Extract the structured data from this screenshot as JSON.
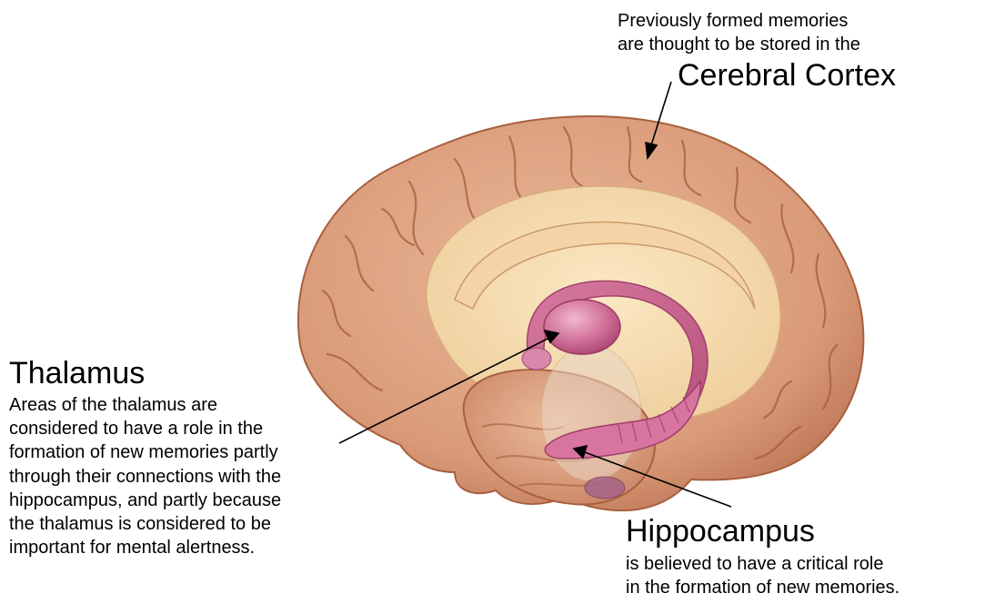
{
  "cortex": {
    "lines": [
      "Previously formed memories",
      "are thought to be stored in the"
    ],
    "title": "Cerebral Cortex"
  },
  "thalamus": {
    "title": "Thalamus",
    "lines": [
      "Areas of the thalamus are",
      "considered to have a role in the",
      "formation of new memories partly",
      "through their connections with the",
      "hippocampus, and partly because",
      "the thalamus is considered to be",
      "important for mental alertness."
    ]
  },
  "hippocampus": {
    "title": "Hippocampus",
    "lines": [
      "is believed to have a critical role",
      "in the formation of new memories."
    ]
  },
  "colors": {
    "cortex_fill": "#dfa584",
    "cortex_shade": "#b9704f",
    "inner_surface": "#f6d9a9",
    "limbic": "#c45b82",
    "limbic_light": "#de8fb0",
    "background": "#ffffff",
    "text": "#000000"
  }
}
